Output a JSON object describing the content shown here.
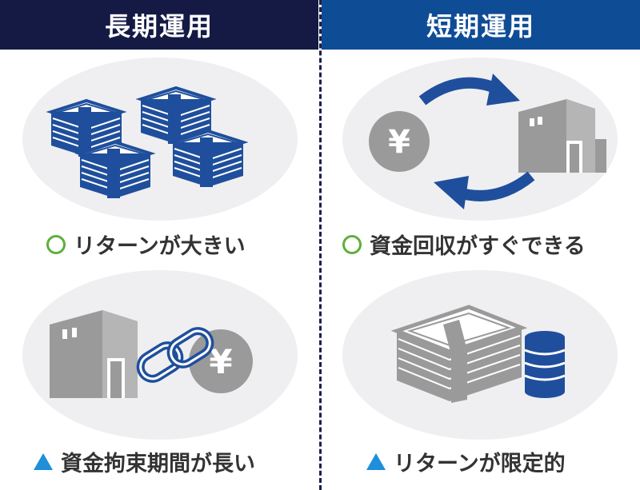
{
  "header": {
    "left_title": "長期運用",
    "right_title": "短期運用"
  },
  "panels": {
    "top_left": {
      "mark": "circle",
      "text": "リターンが大きい"
    },
    "top_right": {
      "mark": "circle",
      "text": "資金回収がすぐできる"
    },
    "bottom_left": {
      "mark": "triangle",
      "text": "資金拘束期間が長い"
    },
    "bottom_right": {
      "mark": "triangle",
      "text": "リターンが限定的"
    }
  },
  "icons": {
    "yen_symbol": "¥",
    "top_left": "money-stacks-icon",
    "top_right": [
      "yen-coin-icon",
      "arrow-right-icon",
      "building-icon",
      "arrow-left-icon"
    ],
    "bottom_left": [
      "building-icon",
      "chain-link-icon",
      "yen-coin-icon"
    ],
    "bottom_right": [
      "money-stack-icon",
      "coin-stack-icon"
    ]
  },
  "colors": {
    "left_header": "#141a44",
    "right_header": "#0f4c96",
    "icon_blue": "#1f4f9c",
    "icon_gray": "#9a9a9a",
    "positive_mark": "#5fae3c",
    "negative_mark": "#1e8fd8",
    "ellipse_bg": "#efeff1"
  }
}
